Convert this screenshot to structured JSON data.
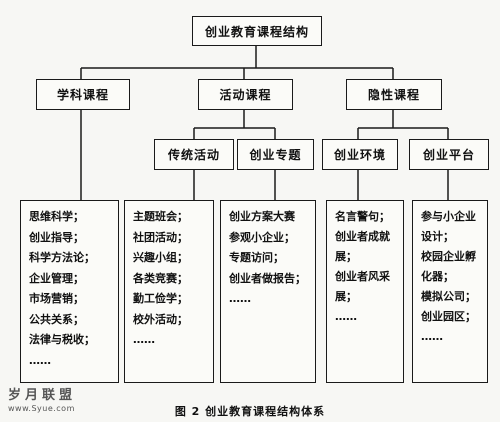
{
  "title": "创业教育课程结构",
  "level1": {
    "subject": "学科课程",
    "activity": "活动课程",
    "hidden": "隐性课程"
  },
  "level2": {
    "traditional": "传统活动",
    "topic": "创业专题",
    "environment": "创业环境",
    "platform": "创业平台"
  },
  "lists": {
    "subject": [
      "思维科学；",
      "创业指导；",
      "科学方法论；",
      "企业管理；",
      "市场营销；",
      "公共关系；",
      "法律与税收；",
      "……"
    ],
    "traditional": [
      "主题班会；",
      "社团活动；",
      "兴趣小组；",
      "各类竞赛；",
      "勤工俭学；",
      "校外活动；",
      "……"
    ],
    "topic": [
      "创业方案大赛",
      "参观小企业；",
      "专题访问；",
      "创业者做报告；",
      "……"
    ],
    "environment": [
      "名言警句；",
      "创业者成就展；",
      "创业者风采展；",
      "……"
    ],
    "platform": [
      "参与小企业设计；",
      "校园企业孵化器；",
      "模拟公司；",
      "创业园区；",
      "……"
    ]
  },
  "caption": "图 2   创业教育课程结构体系",
  "watermark": {
    "text": "岁月联盟",
    "url": "www.Syue.com"
  }
}
